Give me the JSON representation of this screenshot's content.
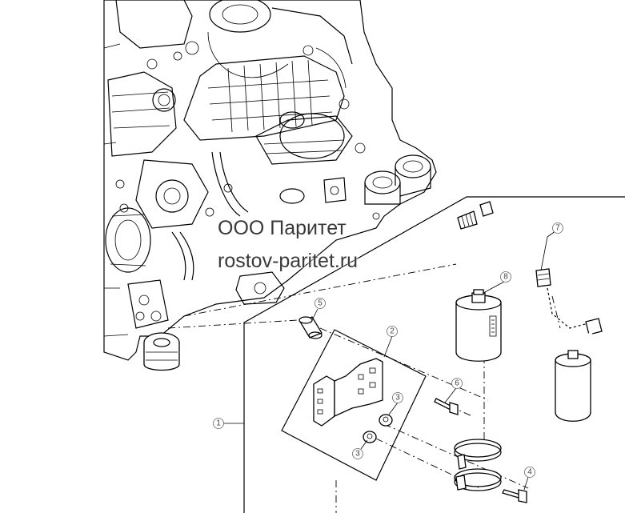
{
  "watermark": {
    "line1": "ООО Паритет",
    "line2": "rostov-paritet.ru"
  },
  "callouts": [
    {
      "id": "c1",
      "label": "1"
    },
    {
      "id": "c2",
      "label": "2"
    },
    {
      "id": "c3a",
      "label": "3"
    },
    {
      "id": "c3b",
      "label": "3"
    },
    {
      "id": "c4",
      "label": "4"
    },
    {
      "id": "c5",
      "label": "5"
    },
    {
      "id": "c6",
      "label": "6"
    },
    {
      "id": "c7",
      "label": "7"
    },
    {
      "id": "c8",
      "label": "8"
    }
  ]
}
